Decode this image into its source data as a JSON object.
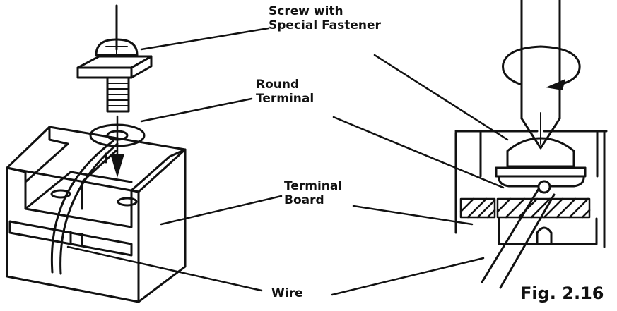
{
  "labels": {
    "screw_line1": "Screw with",
    "screw_line2": "Special Fastener",
    "round_line1": "Round",
    "round_line2": "Terminal",
    "board_line1": "Terminal",
    "board_line2": "Board",
    "wire": "Wire"
  },
  "figure_number": "Fig. 2.16",
  "colors": {
    "ink": "#111111",
    "background": "#ffffff"
  }
}
